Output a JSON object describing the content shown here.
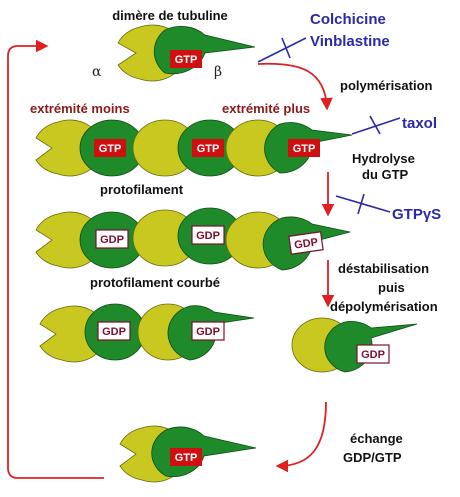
{
  "labels": {
    "dimer_title": "dimère de tubuline",
    "alpha": "α",
    "beta": "β",
    "drug1": "Colchicine",
    "drug2": "Vinblastine",
    "polymerisation": "polymérisation",
    "minus_end": "extrémité moins",
    "plus_end": "extrémité plus",
    "taxol": "taxol",
    "hydrolyse1": "Hydrolyse",
    "hydrolyse2": "du GTP",
    "protofilament": "protofilament",
    "gtpgs": "GTPγS",
    "curved": "protofilament courbé",
    "destab1": "déstabilisation",
    "destab2": "puis",
    "destab3": "dépolymérisation",
    "exchange1": "échange",
    "exchange2": "GDP/GTP"
  },
  "nucleotides": {
    "gtp": "GTP",
    "gdp": "GDP"
  },
  "colors": {
    "alpha_subunit": "#c8c820",
    "beta_subunit": "#1e8a2a",
    "gtp_box": "#d01010",
    "gdp_text": "#7a1030",
    "arrow": "#e02020",
    "inhibitor": "#2a2aa8"
  }
}
